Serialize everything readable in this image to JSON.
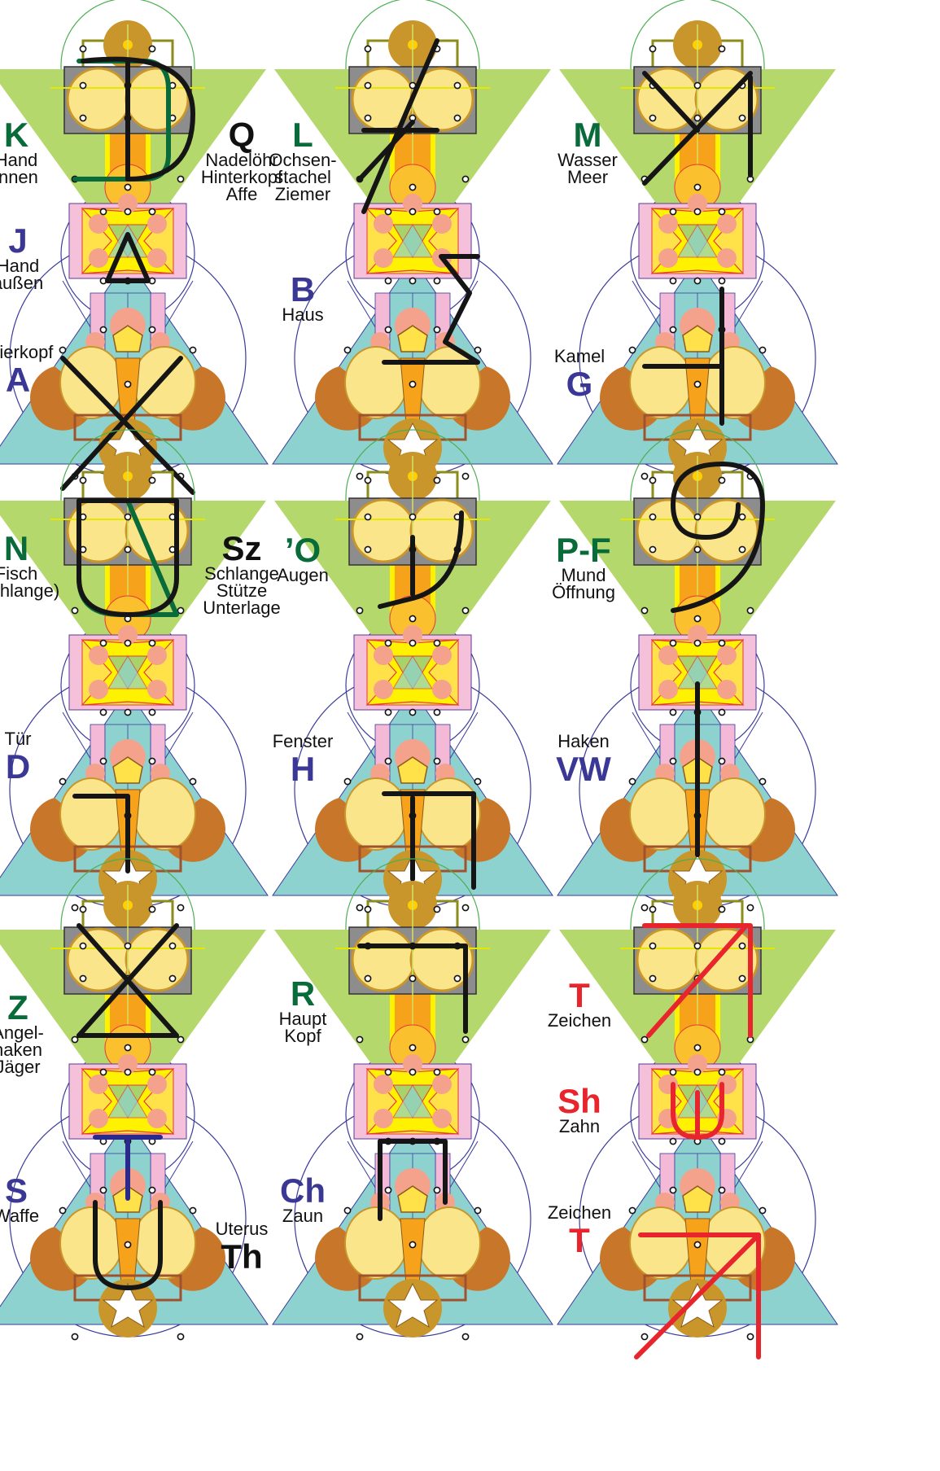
{
  "colors": {
    "green_letter": "#0a6b3a",
    "blue_letter": "#3a3894",
    "black_letter": "#111111",
    "red_letter": "#e8242c",
    "glyph_black": "#151515",
    "glyph_green": "#0a6b3a",
    "glyph_blue": "#2a2a8c",
    "glyph_red": "#e8242c"
  },
  "panels": [
    {
      "id": "kq-ja",
      "labels": [
        {
          "key": "k",
          "letter": "K",
          "color": "green",
          "words": [
            "Hand",
            "innen"
          ]
        },
        {
          "key": "q",
          "letter": "Q",
          "color": "black",
          "words": [
            "Nadelöhr",
            "Hinterkopf",
            "Affe"
          ]
        },
        {
          "key": "j",
          "letter": "J",
          "color": "blue",
          "words": [
            "Hand",
            "außen"
          ]
        },
        {
          "key": "a",
          "letter": "A",
          "color": "blue",
          "words": [
            "Stierkopf"
          ]
        }
      ]
    },
    {
      "id": "l-b",
      "labels": [
        {
          "key": "l",
          "letter": "L",
          "color": "green",
          "words": [
            "Ochsen-",
            "stachel",
            "Ziemer"
          ]
        },
        {
          "key": "b",
          "letter": "B",
          "color": "blue",
          "words": [
            "Haus"
          ]
        }
      ]
    },
    {
      "id": "m-g",
      "labels": [
        {
          "key": "m",
          "letter": "M",
          "color": "green",
          "words": [
            "Wasser",
            "Meer"
          ]
        },
        {
          "key": "g",
          "letter": "G",
          "color": "blue",
          "words": [
            "Kamel"
          ]
        }
      ]
    },
    {
      "id": "nsz-d",
      "labels": [
        {
          "key": "n",
          "letter": "N",
          "color": "green",
          "words": [
            "Fisch",
            "(Schlange)"
          ]
        },
        {
          "key": "sz",
          "letter": "Sz",
          "color": "black",
          "words": [
            "Schlange",
            "Stütze",
            "Unterlage"
          ]
        },
        {
          "key": "d",
          "letter": "D",
          "color": "blue",
          "words": [
            "Tür"
          ]
        }
      ]
    },
    {
      "id": "o-h",
      "labels": [
        {
          "key": "o",
          "letter": "’O",
          "color": "green",
          "words": [
            "Augen"
          ]
        },
        {
          "key": "h",
          "letter": "H",
          "color": "blue",
          "words": [
            "Fenster"
          ]
        }
      ]
    },
    {
      "id": "pf-vw",
      "labels": [
        {
          "key": "pf",
          "letter": "P-F",
          "color": "green",
          "words": [
            "Mund",
            "Öffnung"
          ]
        },
        {
          "key": "vw",
          "letter": "VW",
          "color": "blue",
          "words": [
            "Haken"
          ]
        }
      ]
    },
    {
      "id": "z-sth",
      "labels": [
        {
          "key": "z",
          "letter": "Z",
          "color": "green",
          "words": [
            "Angel-",
            "haken",
            "Jäger"
          ]
        },
        {
          "key": "s",
          "letter": "S",
          "color": "blue",
          "words": [
            "Waffe"
          ]
        },
        {
          "key": "th",
          "letter": "Th",
          "color": "black",
          "words": [
            "Uterus"
          ]
        }
      ]
    },
    {
      "id": "r-ch",
      "labels": [
        {
          "key": "r",
          "letter": "R",
          "color": "green",
          "words": [
            "Haupt",
            "Kopf"
          ]
        },
        {
          "key": "ch",
          "letter": "Ch",
          "color": "blue",
          "words": [
            "Zaun"
          ]
        }
      ]
    },
    {
      "id": "t-sh-t",
      "labels": [
        {
          "key": "t1",
          "letter": "T",
          "color": "red",
          "words": [
            "Zeichen"
          ]
        },
        {
          "key": "sh",
          "letter": "Sh",
          "color": "red",
          "words": [
            "Zahn"
          ]
        },
        {
          "key": "t2",
          "letter": "T",
          "color": "red",
          "words": [
            "Zeichen"
          ]
        }
      ]
    }
  ]
}
